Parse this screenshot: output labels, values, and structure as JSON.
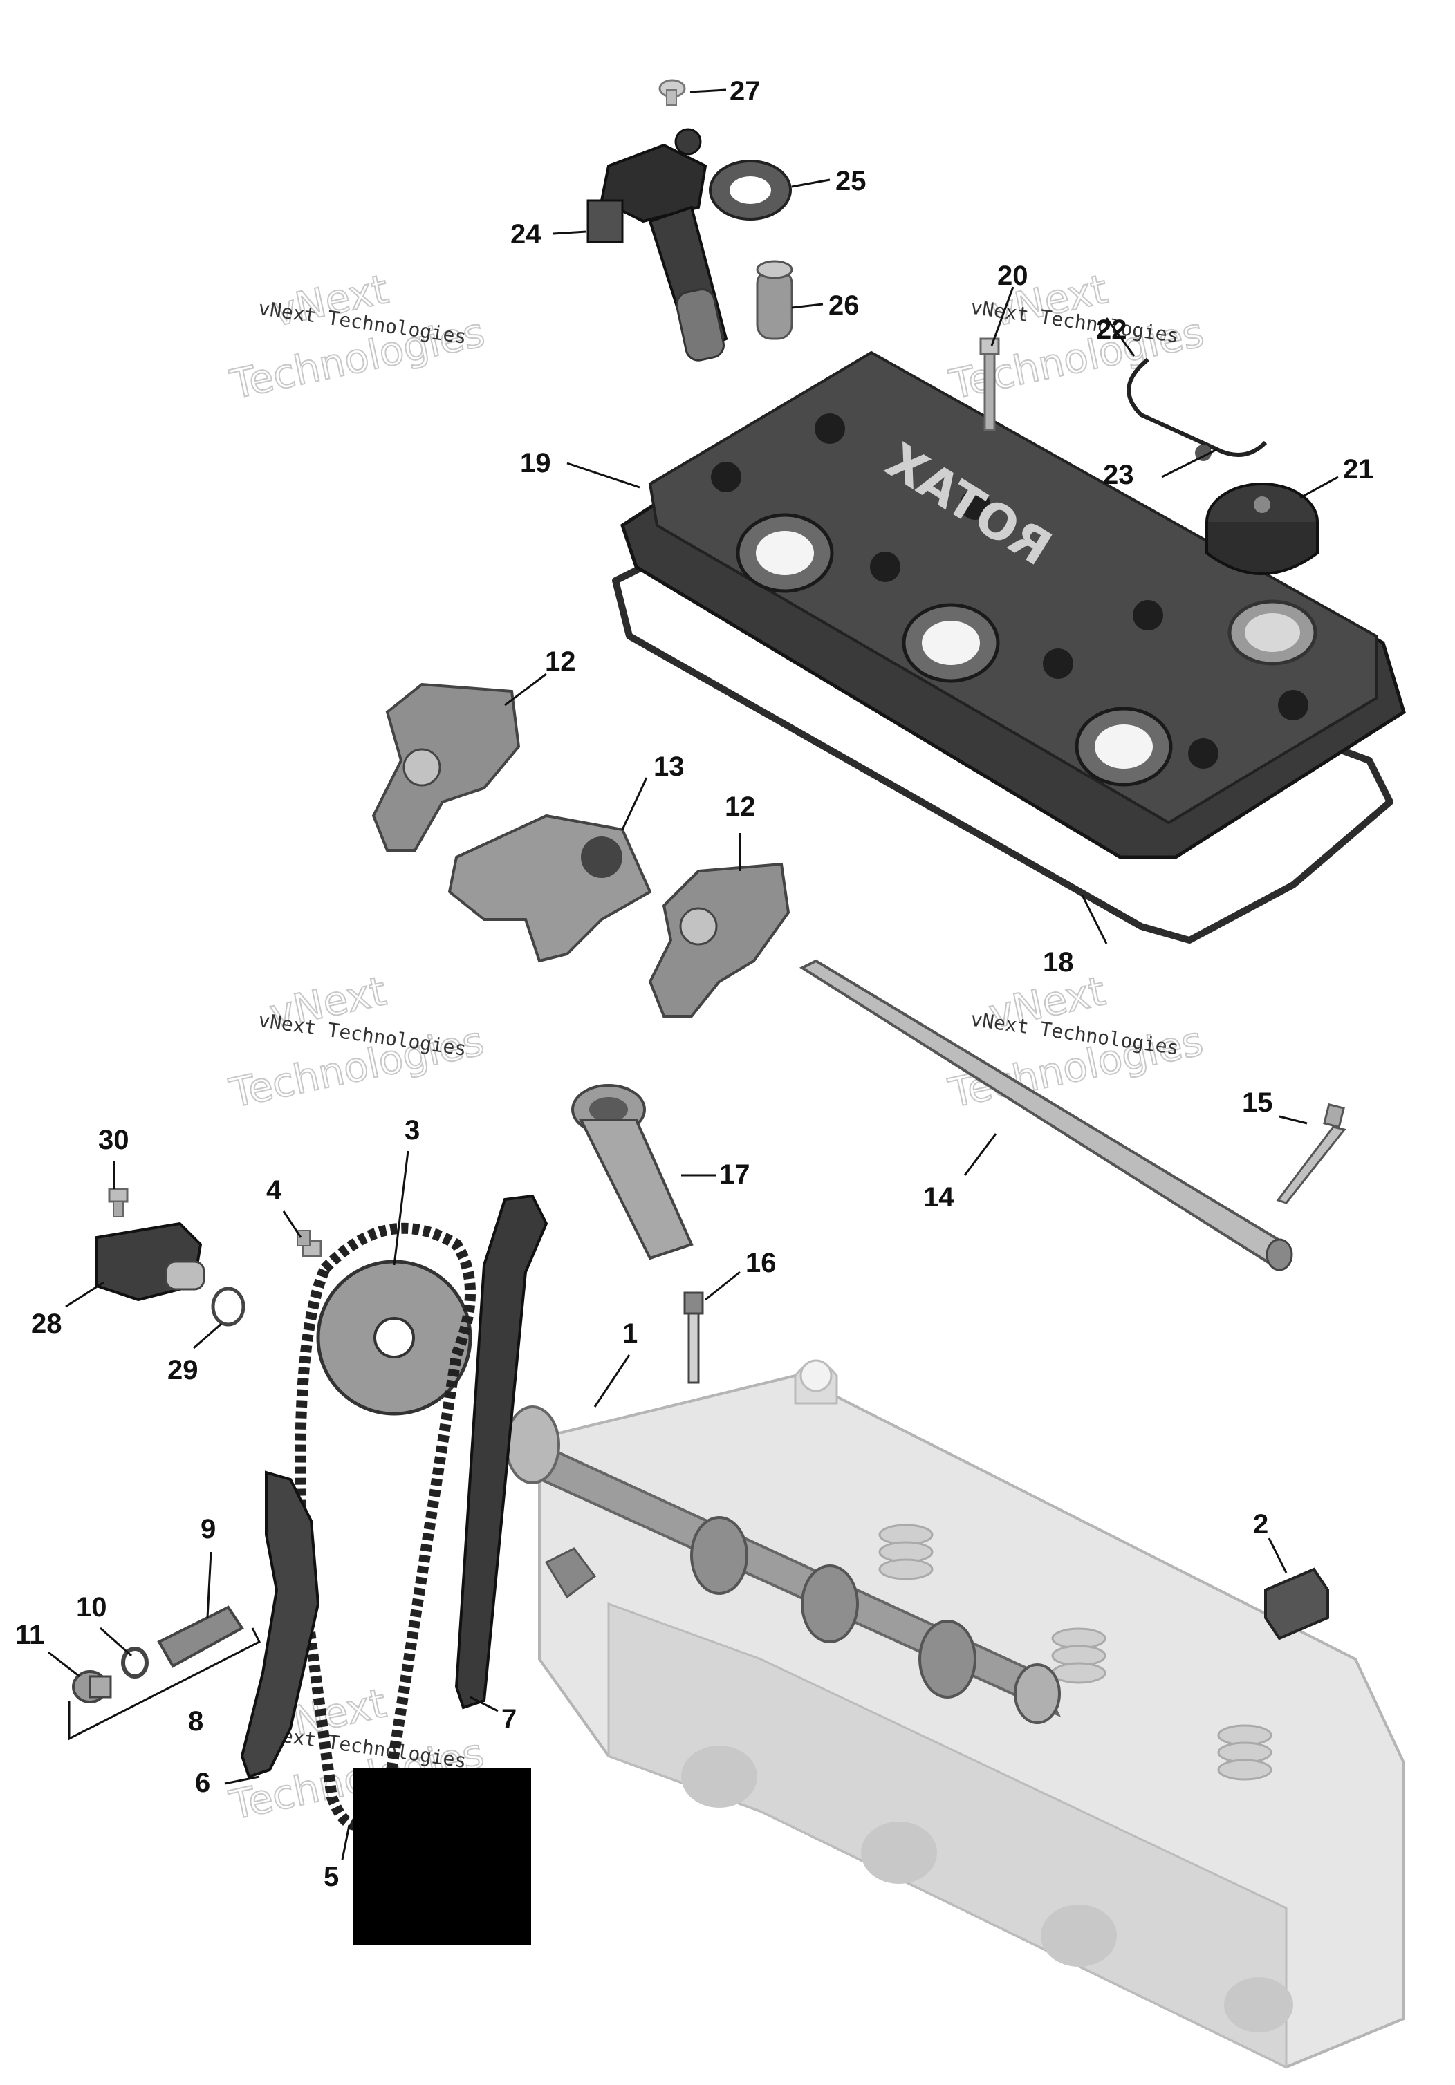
{
  "diagram": {
    "brand_text": "ROTAX",
    "callouts": [
      {
        "id": "c27",
        "label": "27",
        "part": "screw"
      },
      {
        "id": "c25",
        "label": "25",
        "part": "seal"
      },
      {
        "id": "c24",
        "label": "24",
        "part": "ignition-coil"
      },
      {
        "id": "c26",
        "label": "26",
        "part": "spark-plug-boot"
      },
      {
        "id": "c20",
        "label": "20",
        "part": "cover-bolt"
      },
      {
        "id": "c22",
        "label": "22",
        "part": "strap"
      },
      {
        "id": "c23",
        "label": "23",
        "part": "strap-clip"
      },
      {
        "id": "c21",
        "label": "21",
        "part": "oil-filler-cap"
      },
      {
        "id": "c19",
        "label": "19",
        "part": "valve-cover"
      },
      {
        "id": "c18",
        "label": "18",
        "part": "valve-cover-gasket"
      },
      {
        "id": "c12a",
        "label": "12",
        "part": "rocker-arm"
      },
      {
        "id": "c13",
        "label": "13",
        "part": "rocker-arm-center"
      },
      {
        "id": "c12b",
        "label": "12",
        "part": "rocker-arm"
      },
      {
        "id": "c14",
        "label": "14",
        "part": "rocker-shaft"
      },
      {
        "id": "c15",
        "label": "15",
        "part": "cylinder-head-bolt"
      },
      {
        "id": "c17",
        "label": "17",
        "part": "spark-plug-tube"
      },
      {
        "id": "c16",
        "label": "16",
        "part": "spark-plug"
      },
      {
        "id": "c30",
        "label": "30",
        "part": "sensor-screw"
      },
      {
        "id": "c3",
        "label": "3",
        "part": "camshaft-sprocket"
      },
      {
        "id": "c4",
        "label": "4",
        "part": "sprocket-screw"
      },
      {
        "id": "c28",
        "label": "28",
        "part": "camshaft-position-sensor"
      },
      {
        "id": "c29",
        "label": "29",
        "part": "o-ring"
      },
      {
        "id": "c1",
        "label": "1",
        "part": "camshaft"
      },
      {
        "id": "c9",
        "label": "9",
        "part": "chain-tensioner"
      },
      {
        "id": "c10",
        "label": "10",
        "part": "gasket-ring"
      },
      {
        "id": "c11",
        "label": "11",
        "part": "tensioner-plug"
      },
      {
        "id": "c8",
        "label": "8",
        "part": "tensioner-assembly"
      },
      {
        "id": "c7",
        "label": "7",
        "part": "chain-guide"
      },
      {
        "id": "c6",
        "label": "6",
        "part": "tensioner-guide"
      },
      {
        "id": "c5",
        "label": "5",
        "part": "timing-chain"
      },
      {
        "id": "c2",
        "label": "2",
        "part": "plug-cap"
      }
    ],
    "watermark": {
      "line1": "vNext",
      "line2": "vNext Technologies",
      "line3": "Technologies"
    },
    "colors": {
      "ink": "#111111",
      "cover_dark": "#3a3a3a",
      "part_gray": "#9a9a9a",
      "head_light": "#dedede",
      "redaction": "#000000"
    }
  }
}
